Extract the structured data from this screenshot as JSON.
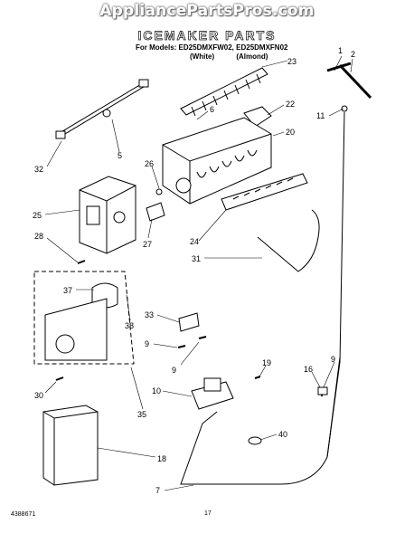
{
  "watermark": "AppliancePartsPros.com",
  "header": {
    "title": "ICEMAKER PARTS",
    "models": "For Models: ED25DMXFW02, ED25DMXFN02",
    "variant_white": "(White)",
    "variant_almond": "(Almond)"
  },
  "callouts": [
    "1",
    "2",
    "23",
    "6",
    "22",
    "11",
    "20",
    "32",
    "5",
    "26",
    "25",
    "28",
    "27",
    "24",
    "31",
    "37",
    "38",
    "33",
    "9",
    "9",
    "19",
    "16",
    "9",
    "30",
    "10",
    "35",
    "40",
    "18",
    "7"
  ],
  "footer": {
    "doc_number": "4388671",
    "page": "17"
  }
}
